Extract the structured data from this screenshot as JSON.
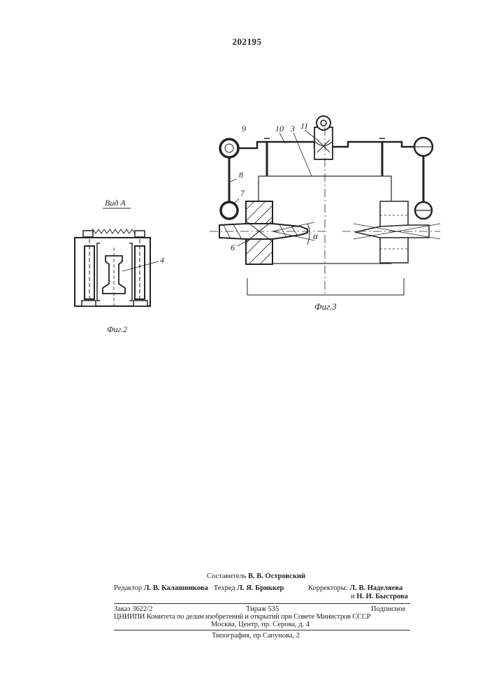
{
  "patent_number": "202195",
  "figures": {
    "fig2": {
      "title": "Вид А",
      "caption": "Фиг.2",
      "labels": [
        "4"
      ]
    },
    "fig3": {
      "caption": "Фиг.3",
      "labels": [
        "9",
        "10",
        "3",
        "11",
        "8",
        "7",
        "6"
      ],
      "angle_label": "α"
    }
  },
  "imprint": {
    "compiler_label": "Составитель",
    "compiler_name": "В. В. Островский",
    "editor_label": "Редактор",
    "editor_name": "Л. В. Калашникова",
    "techred_label": "Техред",
    "techred_name": "Л. Я. Бриккер",
    "correctors_label": "Корректоры:",
    "corrector1": "Л. В. Наделяева",
    "corrector2_prefix": "и",
    "corrector2": "Н. И. Быстрова",
    "order": "Заказ 3622/2",
    "circulation": "Тираж 535",
    "subscription": "Подписное",
    "institute": "ЦНИИПИ Комитета по делам изобретений и открытий при Совете Министров СССР",
    "address": "Москва, Центр, пр. Серова, д. 4",
    "printer": "Типография, пр Сапунова, 2"
  }
}
